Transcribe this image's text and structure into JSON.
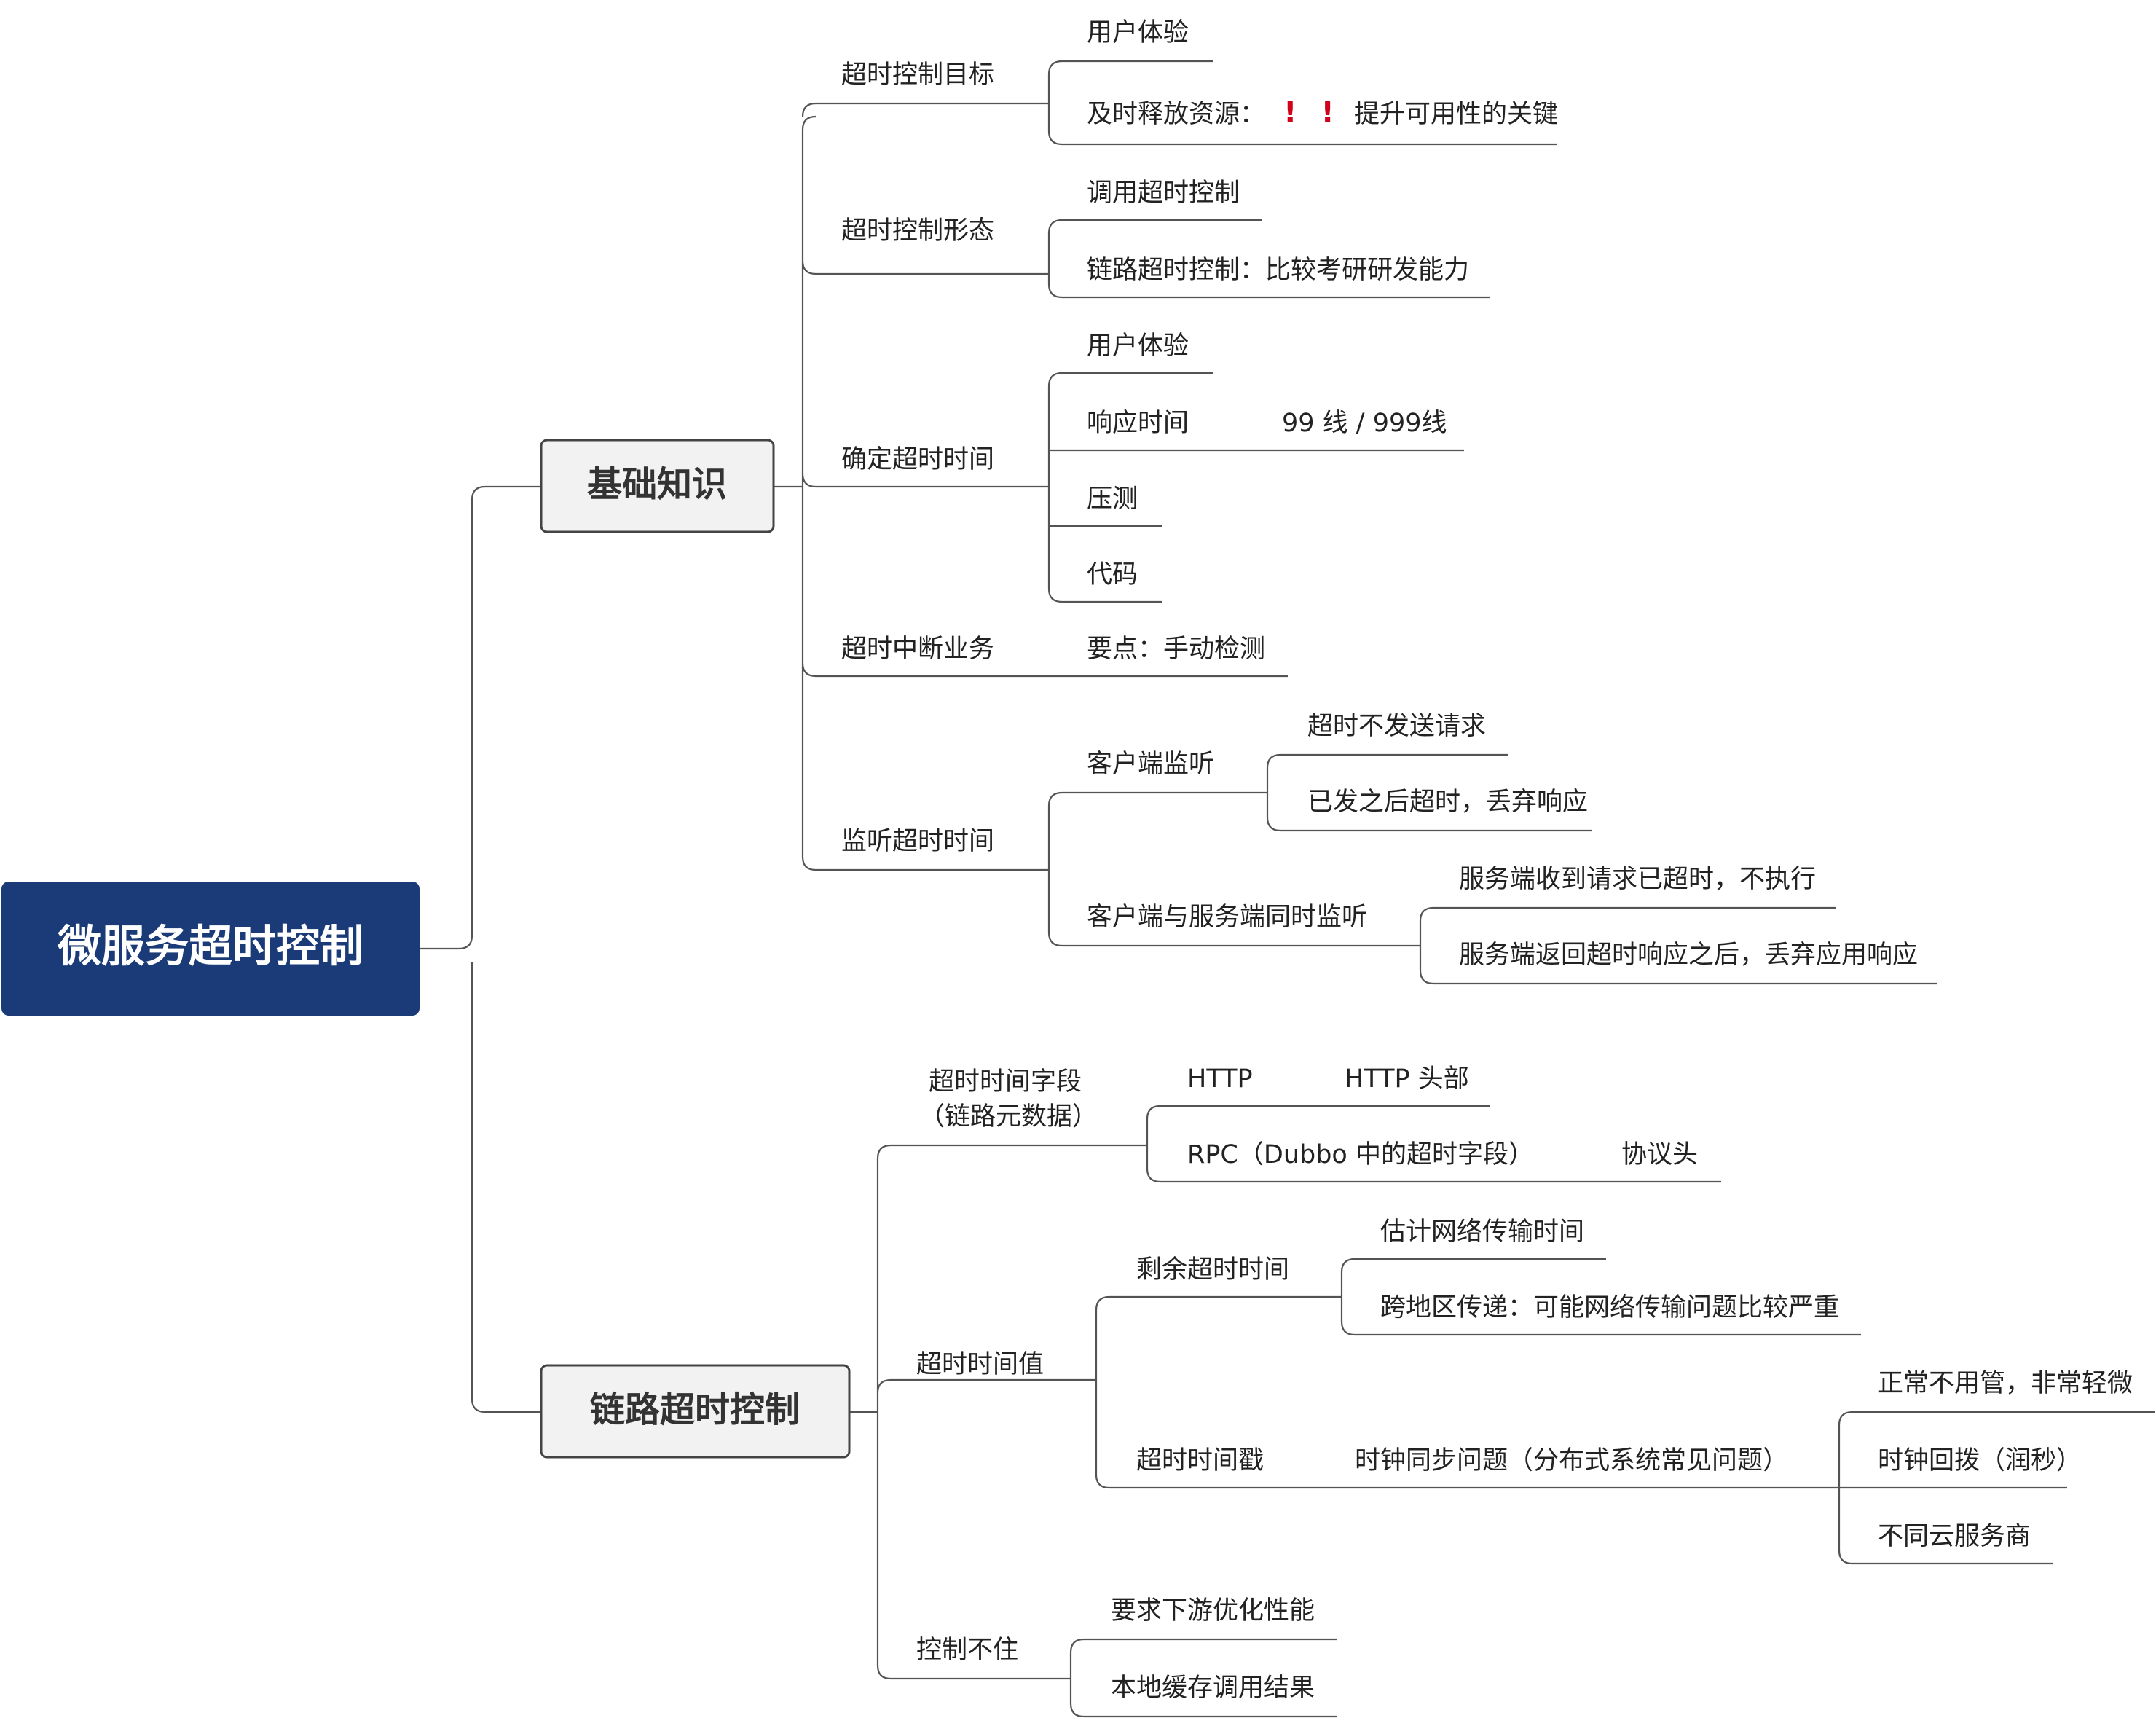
{
  "root": {
    "label": "微服务超时控制",
    "color": "#1b3a78"
  },
  "accent": {
    "exclamation": "#d0021b",
    "line": "#545454",
    "branch_border": "#444444"
  },
  "basics": {
    "label": "基础知识",
    "goal": {
      "label": "超时控制目标",
      "user_experience": "用户体验",
      "release_before": "及时释放资源：",
      "exclamations": [
        "!",
        "!"
      ],
      "release_after": "提升可用性的关键"
    },
    "form": {
      "label": "超时控制形态",
      "call_timeout": "调用超时控制",
      "chain_timeout": "链路超时控制：比较考研研发能力"
    },
    "determine": {
      "label": "确定超时时间",
      "user_experience": "用户体验",
      "response_time": "响应时间",
      "percentile": "99 线 / 999线",
      "stress_test": "压测",
      "code": "代码"
    },
    "interrupt": {
      "label": "超时中断业务",
      "key_point": "要点：手动检测"
    },
    "listen": {
      "label": "监听超时时间",
      "client": {
        "label": "客户端监听",
        "no_send": "超时不发送请求",
        "discard": "已发之后超时，丢弃响应"
      },
      "both": {
        "label": "客户端与服务端同时监听",
        "server_skip": "服务端收到请求已超时，不执行",
        "client_discard": "服务端返回超时响应之后，丢弃应用响应"
      }
    }
  },
  "chain": {
    "label": "链路超时控制",
    "field": {
      "line1": "超时时间字段",
      "line2": "（链路元数据）",
      "http": "HTTP",
      "http_header": "HTTP 头部",
      "rpc": "RPC（Dubbo 中的超时字段）",
      "protocol_header": "协议头"
    },
    "value": {
      "label": "超时时间值",
      "remaining": {
        "label": "剩余超时时间",
        "estimate": "估计网络传输时间",
        "cross_region": "跨地区传递：可能网络传输问题比较严重"
      },
      "timestamp": {
        "label": "超时时间戳",
        "clock_sync": "时钟同步问题（分布式系统常见问题）",
        "normal": "正常不用管，非常轻微",
        "rollback": "时钟回拨（润秒）",
        "cloud": "不同云服务商"
      }
    },
    "uncontrolled": {
      "label": "控制不住",
      "optimize": "要求下游优化性能",
      "cache": "本地缓存调用结果"
    }
  }
}
